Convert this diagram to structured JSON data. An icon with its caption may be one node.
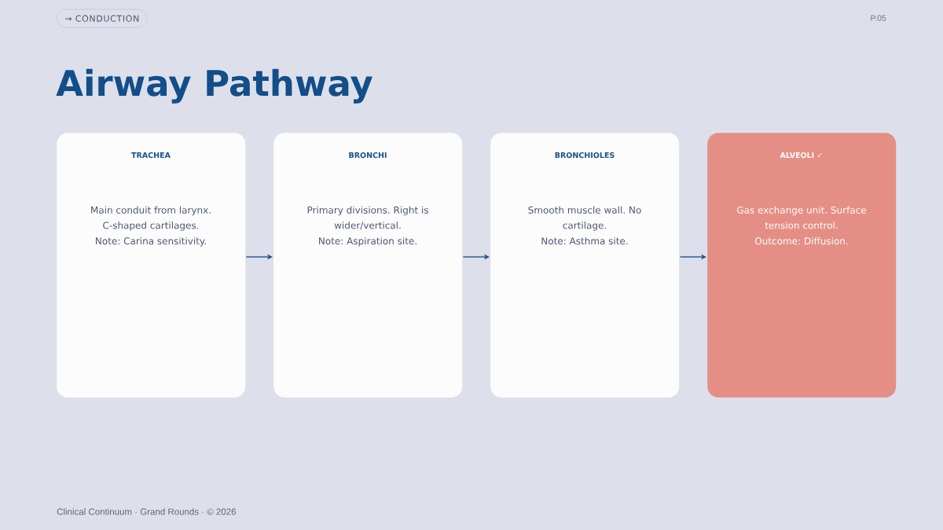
{
  "diagram": {
    "title": "Airway Pathway",
    "nodes": [
      {
        "text": [
          "TRACHEA",
          "Main conduit from larynx. C-shaped cartilages.",
          "Note: Carina sensitivity."
        ]
      },
      {
        "text": [
          "BRONCHI",
          "Primary divisions. Right is wider/vertical.",
          "Note: Aspiration site."
        ]
      },
      {
        "text": [
          "BRONCHIOLES",
          "Smooth muscle wall. No cartilage.",
          "Note: Asthma site."
        ]
      },
      {
        "text": [
          "ALVEOLI ✓",
          "Gas exchange unit. Surface tension control.",
          "Outcome: Diffusion."
        ]
      }
    ],
    "edges": [
      {
        "from": 0,
        "to": 1,
        "arrow": "to"
      },
      {
        "from": 1,
        "to": 2,
        "arrow": "to"
      },
      {
        "from": 2,
        "to": 3,
        "arrow": "to"
      }
    ],
    "labels": [
      "→ CONDUCTION",
      "P.05",
      "Clinical Continuum · Grand Rounds · © 2026"
    ]
  }
}
